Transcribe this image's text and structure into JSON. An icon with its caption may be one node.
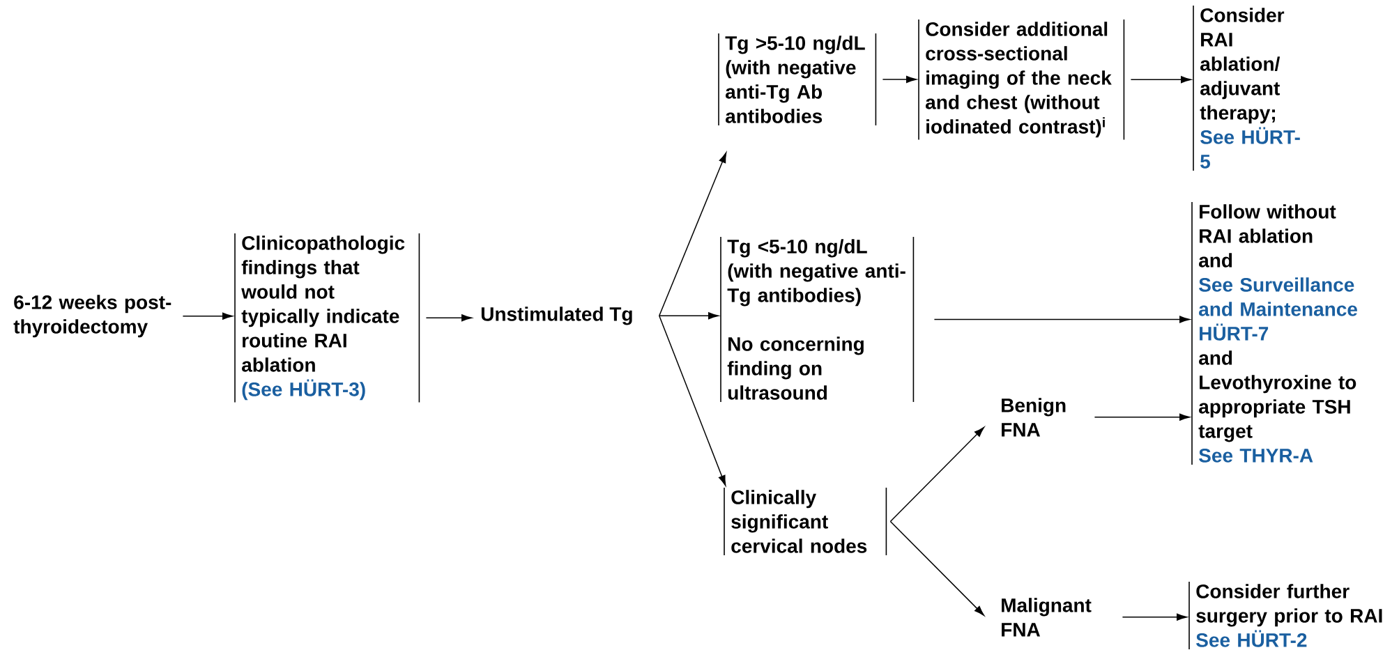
{
  "diagram": {
    "nodes": [
      {
        "text": [
          "6-12 weeks post-thyroidectomy"
        ]
      },
      {
        "text": [
          "Clinicopathologic findings that would not typically indicate routine RAI ablation",
          "(See HÜRT-3)"
        ]
      },
      {
        "text": [
          "Unstimulated Tg"
        ]
      },
      {
        "text": [
          "Tg >5-10 ng/dL (with negative anti-Tg Ab antibodies"
        ]
      },
      {
        "text": [
          "Consider additional cross-sectional imaging of the neck and chest (without iodinated contrast)$^{i}$"
        ]
      },
      {
        "text": [
          "Consider RAI ablation/ adjuvant therapy;",
          "See HÜRT-5"
        ]
      },
      {
        "text": [
          "Tg <5-10 ng/dL (with negative anti-Tg antibodies)",
          "No concerning finding on ultrasound"
        ]
      },
      {
        "text": [
          "Follow without RAI ablation",
          "and",
          "See Surveillance and Maintenance HÜRT-7",
          "and",
          "Levothyroxine to appropriate TSH target",
          "See THYR-A"
        ]
      },
      {
        "text": [
          "Clinically significant cervical nodes"
        ]
      },
      {
        "text": [
          "Benign FNA"
        ]
      },
      {
        "text": [
          "Malignant FNA"
        ]
      },
      {
        "text": [
          "Consider further surgery prior to RAI",
          "See HÜRT-2"
        ]
      }
    ],
    "edges": [
      {
        "from": 0,
        "to": 1,
        "arrow": "to"
      },
      {
        "from": 1,
        "to": 2,
        "arrow": "to"
      },
      {
        "from": 2,
        "to": 3,
        "arrow": "to"
      },
      {
        "from": 2,
        "to": 6,
        "arrow": "to"
      },
      {
        "from": 2,
        "to": 8,
        "arrow": "to"
      },
      {
        "from": 3,
        "to": 4,
        "arrow": "to"
      },
      {
        "from": 4,
        "to": 5,
        "arrow": "to"
      },
      {
        "from": 6,
        "to": 7,
        "arrow": "to"
      },
      {
        "from": 8,
        "to": 9,
        "arrow": "to"
      },
      {
        "from": 8,
        "to": 10,
        "arrow": "to"
      },
      {
        "from": 9,
        "to": 7,
        "arrow": "to"
      },
      {
        "from": 10,
        "to": 11,
        "arrow": "to"
      }
    ]
  }
}
